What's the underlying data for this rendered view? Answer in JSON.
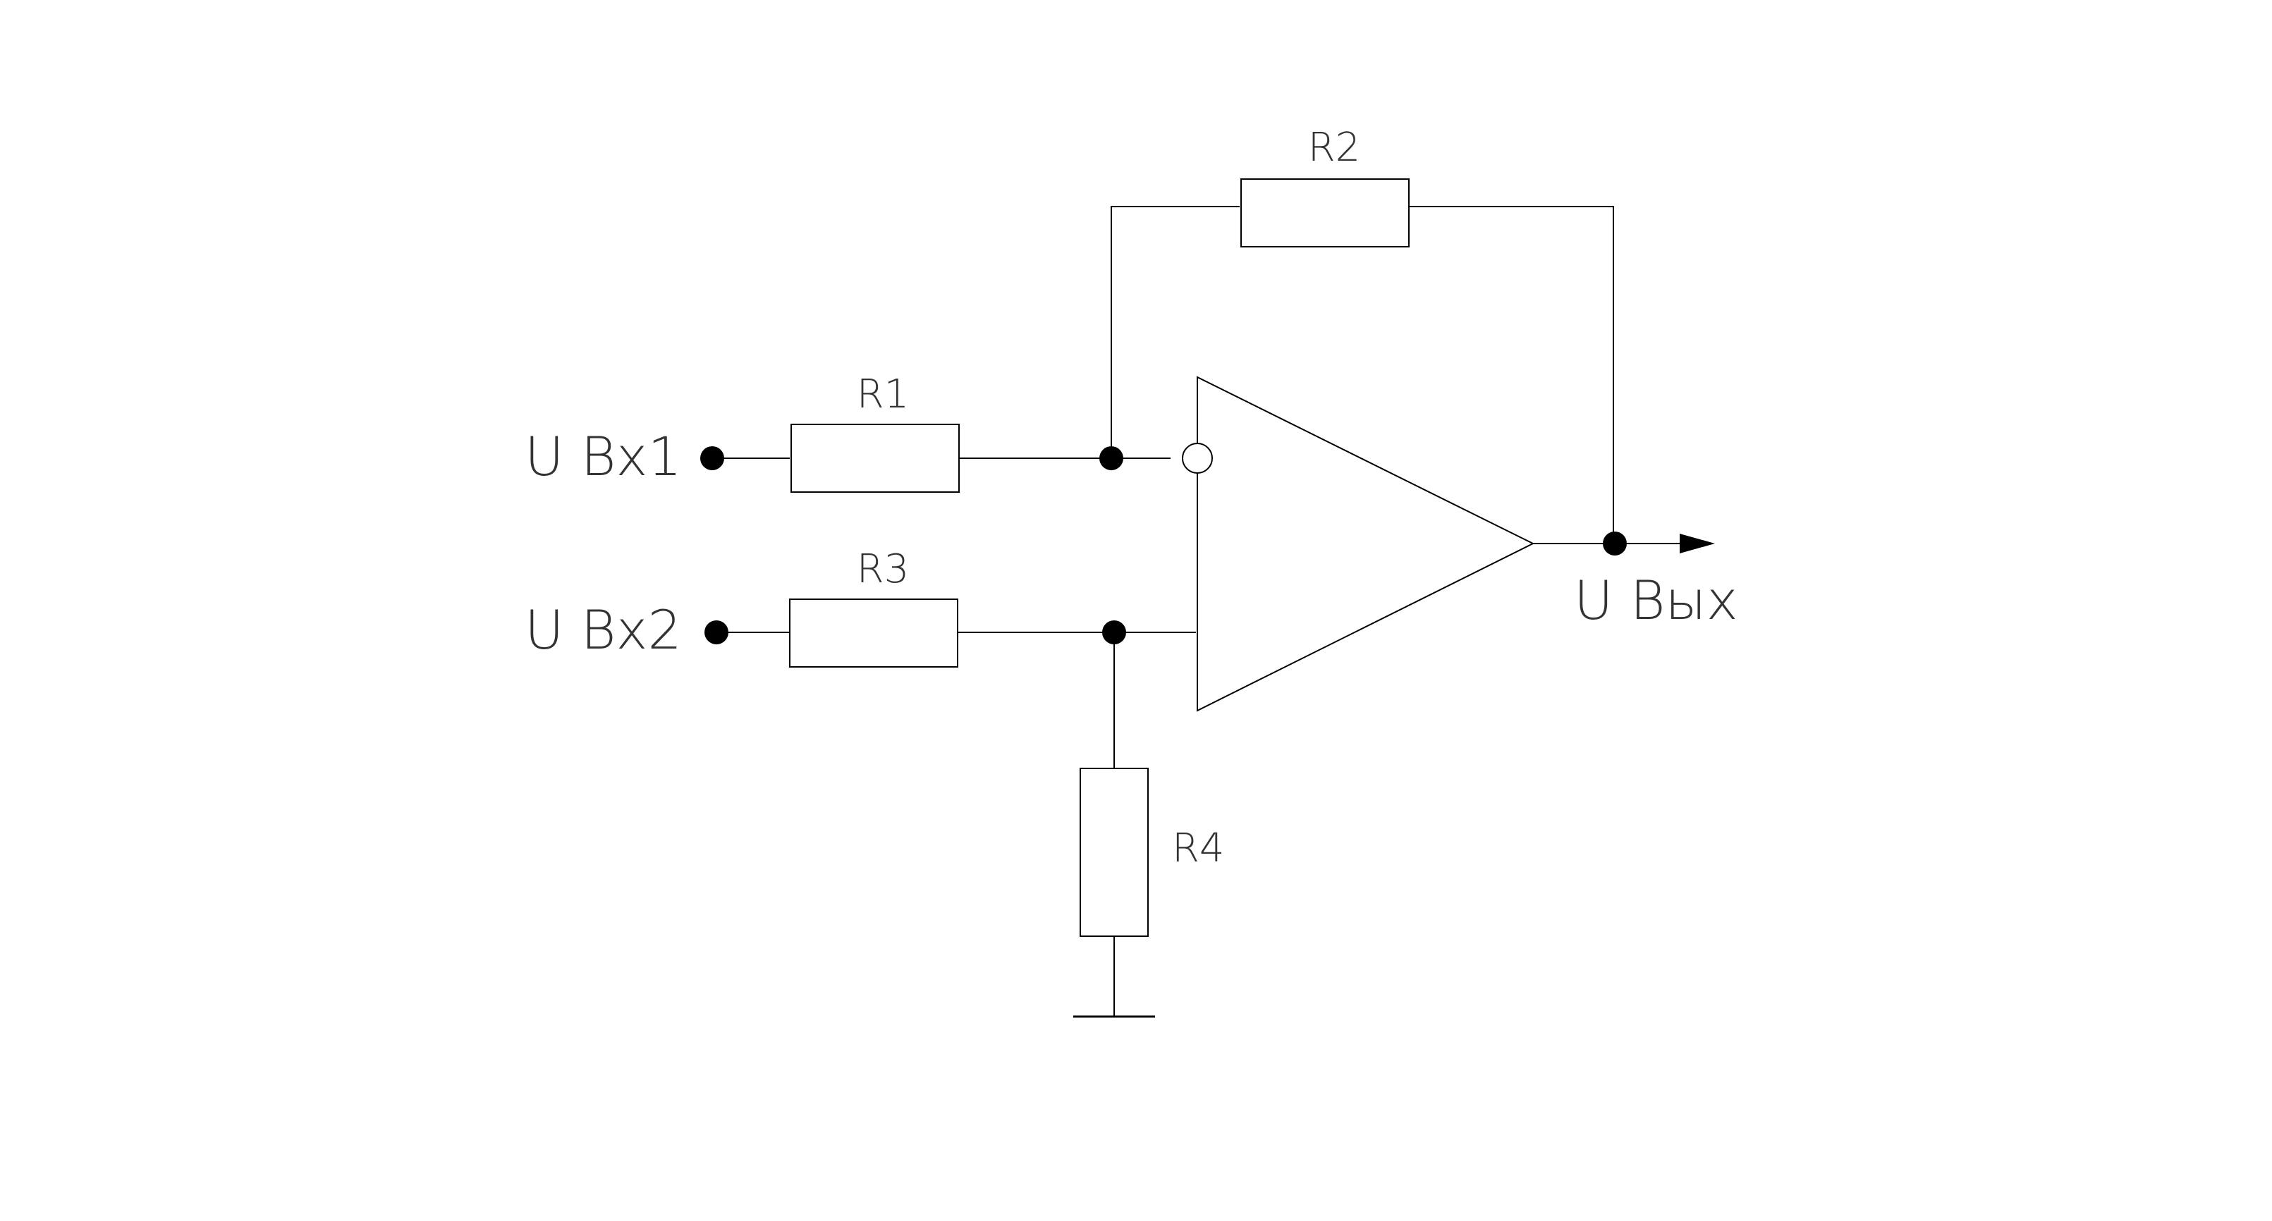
{
  "diagram": {
    "resistors": {
      "r1": "R1",
      "r2": "R2",
      "r3": "R3",
      "r4": "R4"
    },
    "terminals": {
      "input_1": "U Bx1",
      "input_2": "U Bx2",
      "output": "U Bых"
    },
    "line_color": "#000000",
    "background": "#ffffff"
  }
}
